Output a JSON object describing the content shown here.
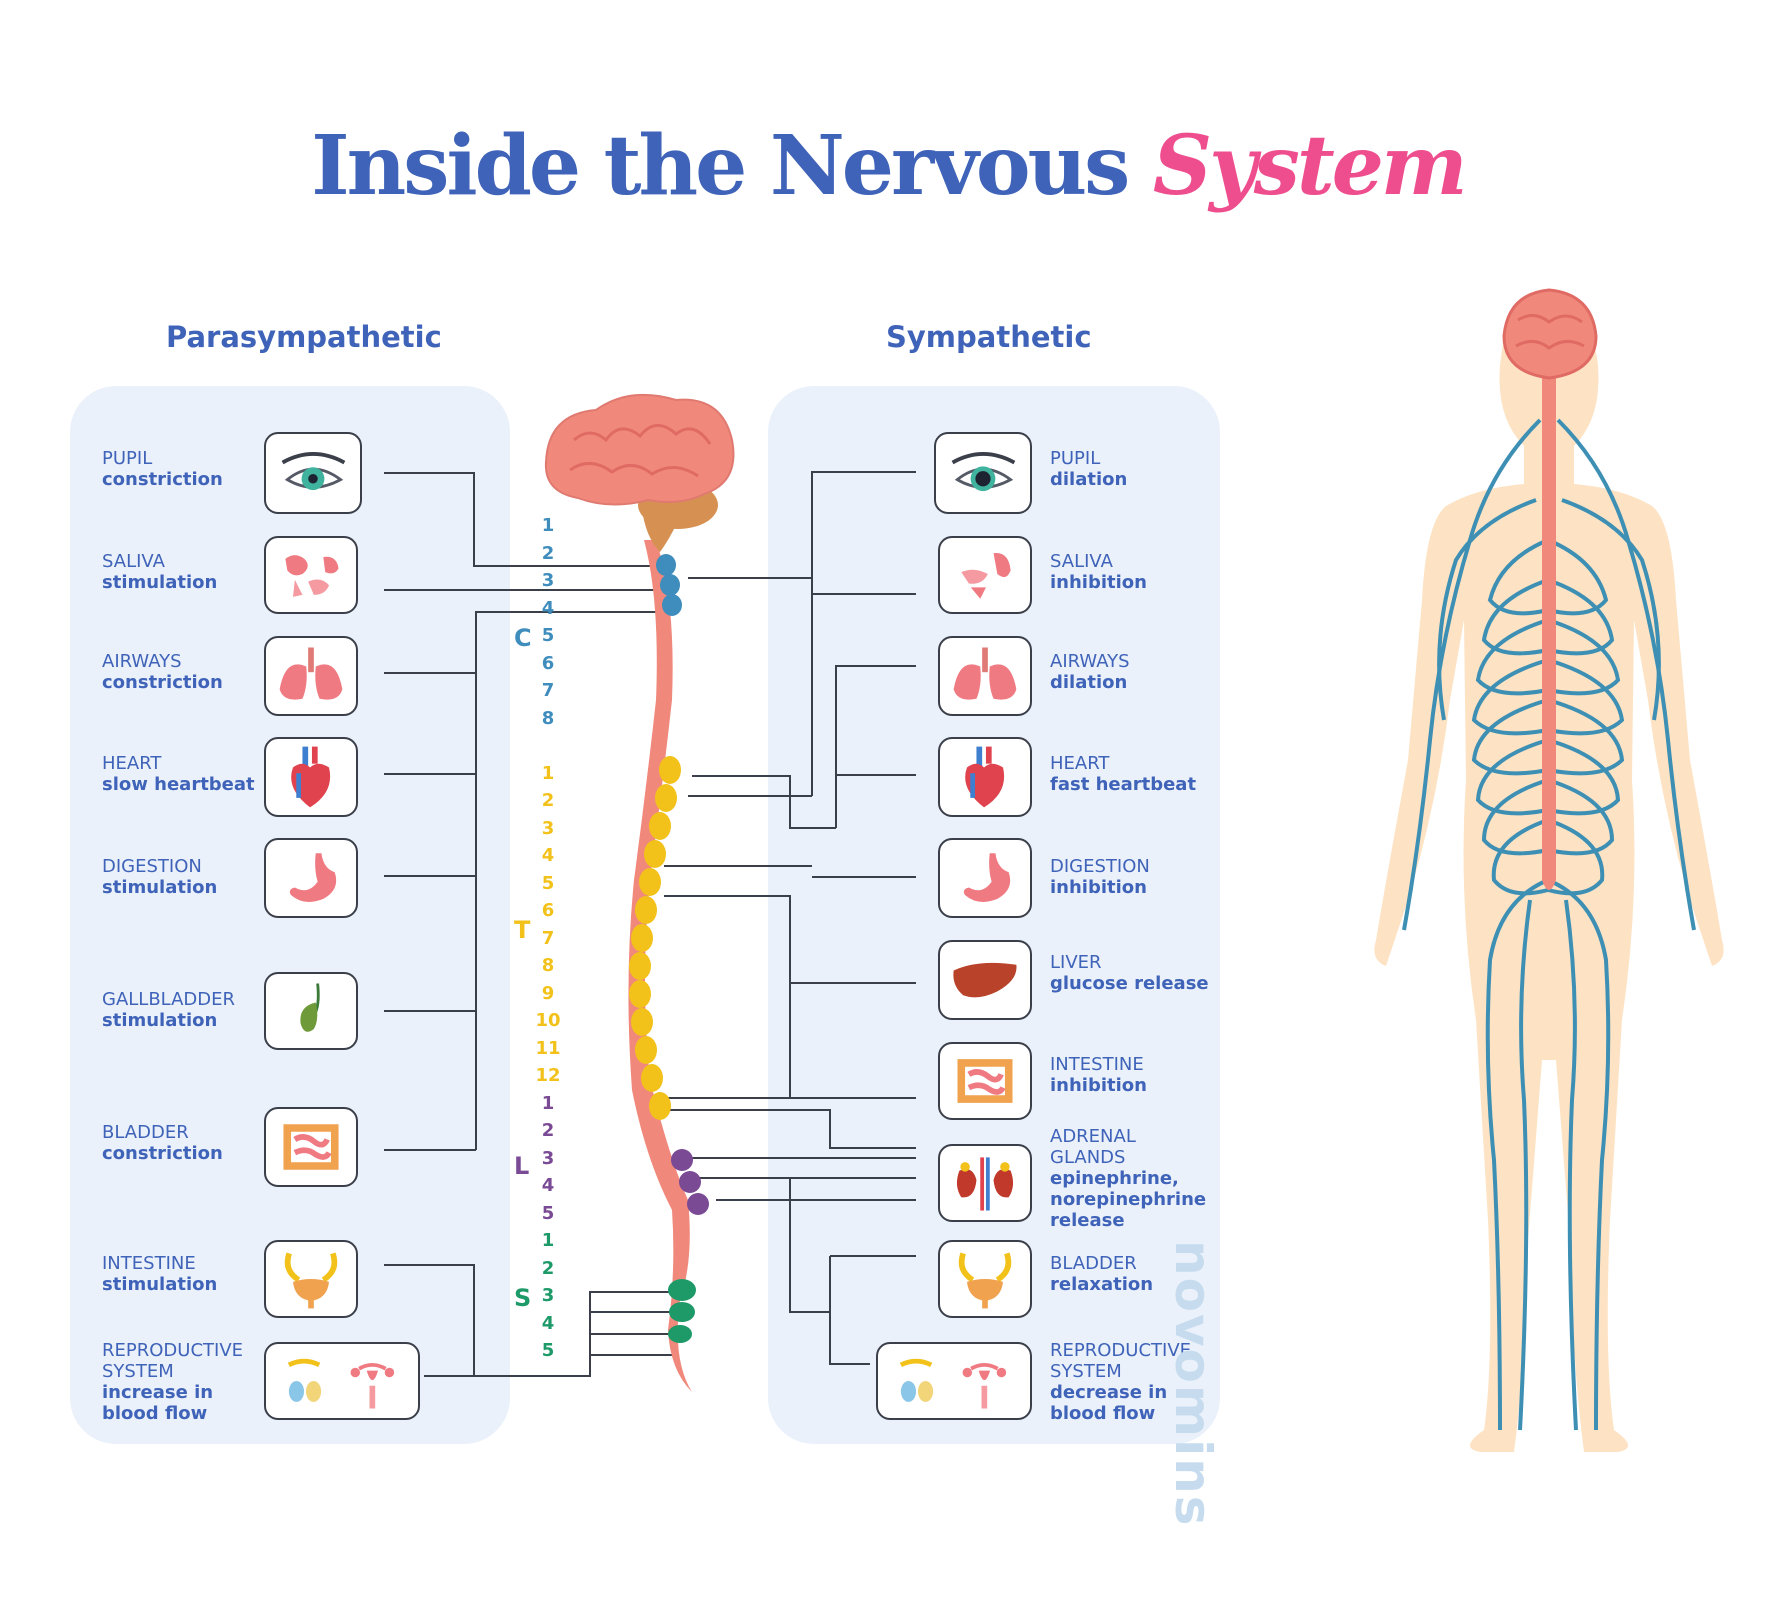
{
  "title": {
    "main": "Inside the Nervous ",
    "accent": "System"
  },
  "brand": "novomins",
  "parasympathetic": {
    "heading": "Parasympathetic",
    "items": [
      {
        "name": "PUPIL",
        "effect": "constriction",
        "icon": "eye-icon"
      },
      {
        "name": "SALIVA",
        "effect": "stimulation",
        "icon": "salivary-glands-icon"
      },
      {
        "name": "AIRWAYS",
        "effect": "constriction",
        "icon": "lungs-icon"
      },
      {
        "name": "HEART",
        "effect": "slow heartbeat",
        "icon": "heart-icon"
      },
      {
        "name": "DIGESTION",
        "effect": "stimulation",
        "icon": "stomach-icon"
      },
      {
        "name": "GALLBLADDER",
        "effect": "stimulation",
        "icon": "gallbladder-icon"
      },
      {
        "name": "BLADDER",
        "effect": "constriction",
        "icon": "intestine-icon"
      },
      {
        "name": "INTESTINE",
        "effect": "stimulation",
        "icon": "bladder-icon"
      },
      {
        "name": "REPRODUCTIVE SYSTEM",
        "effect": "increase in blood flow",
        "icon": "reproductive-organs-icon"
      }
    ]
  },
  "sympathetic": {
    "heading": "Sympathetic",
    "items": [
      {
        "name": "PUPIL",
        "effect": "dilation",
        "icon": "eye-icon"
      },
      {
        "name": "SALIVA",
        "effect": "inhibition",
        "icon": "salivary-glands-icon"
      },
      {
        "name": "AIRWAYS",
        "effect": "dilation",
        "icon": "lungs-icon"
      },
      {
        "name": "HEART",
        "effect": "fast heartbeat",
        "icon": "heart-icon"
      },
      {
        "name": "DIGESTION",
        "effect": "inhibition",
        "icon": "stomach-icon"
      },
      {
        "name": "LIVER",
        "effect": "glucose release",
        "icon": "liver-icon"
      },
      {
        "name": "INTESTINE",
        "effect": "inhibition",
        "icon": "intestine-icon"
      },
      {
        "name": "ADRENAL GLANDS",
        "effect": "epinephrine, norepinephrine release",
        "icon": "kidneys-icon"
      },
      {
        "name": "BLADDER",
        "effect": "relaxation",
        "icon": "bladder-icon"
      },
      {
        "name": "REPRODUCTIVE SYSTEM",
        "effect": "decrease in blood flow",
        "icon": "reproductive-organs-icon"
      }
    ]
  },
  "spine": {
    "regions": [
      {
        "letter": "C",
        "color": "#3f8dbd",
        "numbers": [
          "1",
          "2",
          "3",
          "4",
          "5",
          "6",
          "7",
          "8"
        ]
      },
      {
        "letter": "T",
        "color": "#f2c21b",
        "numbers": [
          "1",
          "2",
          "3",
          "4",
          "5",
          "6",
          "7",
          "8",
          "9",
          "10",
          "11",
          "12"
        ]
      },
      {
        "letter": "L",
        "color": "#7a4a95",
        "numbers": [
          "1",
          "2",
          "3",
          "4",
          "5"
        ]
      },
      {
        "letter": "S",
        "color": "#1e9a69",
        "numbers": [
          "1",
          "2",
          "3",
          "4",
          "5"
        ]
      }
    ]
  },
  "colors": {
    "title_blue": "#3f63b8",
    "title_pink": "#ee4e8e",
    "panel_bg": "#eaf1fb",
    "nerve_blue": "#3e8fb4",
    "body_skin": "#fde3c4",
    "spinal_cord": "#f0897c"
  }
}
